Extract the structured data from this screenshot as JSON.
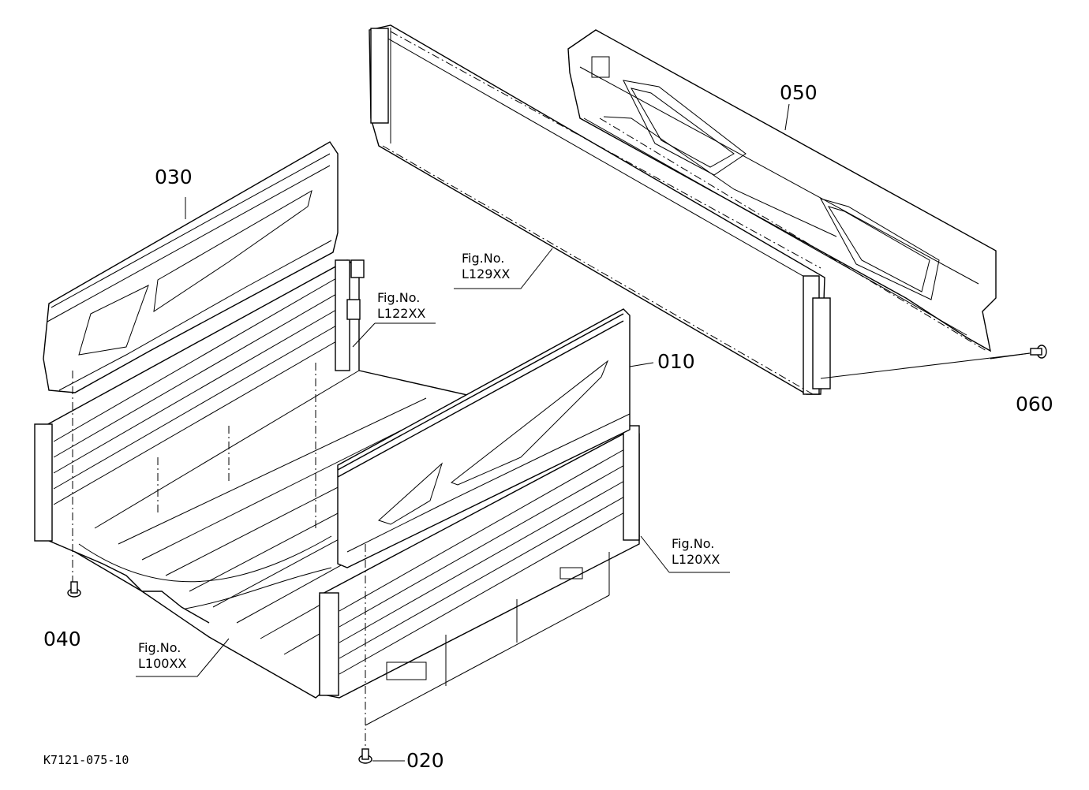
{
  "parts": {
    "p010": "010",
    "p020": "020",
    "p030": "030",
    "p040": "040",
    "p050": "050",
    "p060": "060"
  },
  "figures": {
    "f129": {
      "line1": "Fig.No.",
      "line2": "L129XX"
    },
    "f122": {
      "line1": "Fig.No.",
      "line2": "L122XX"
    },
    "f120": {
      "line1": "Fig.No.",
      "line2": "L120XX"
    },
    "f100": {
      "line1": "Fig.No.",
      "line2": "L100XX"
    }
  },
  "drawing_code": "K7121-075-10"
}
